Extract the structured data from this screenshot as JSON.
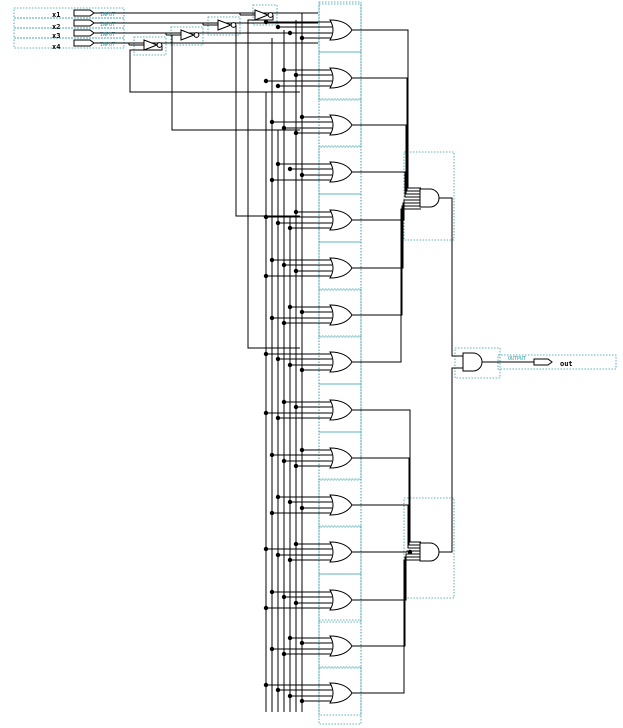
{
  "inputs": [
    "x1",
    "x2",
    "x3",
    "x4"
  ],
  "output": "out",
  "pin_text": "INPUT",
  "out_pin_text": "OUTPUT",
  "gate_counts": {
    "or4": 15,
    "and8_large": 2,
    "and2_final": 1,
    "not": 4
  },
  "colors": {
    "wire": "#000000",
    "frame": "#2a9aa8",
    "background": "#ffffff"
  }
}
